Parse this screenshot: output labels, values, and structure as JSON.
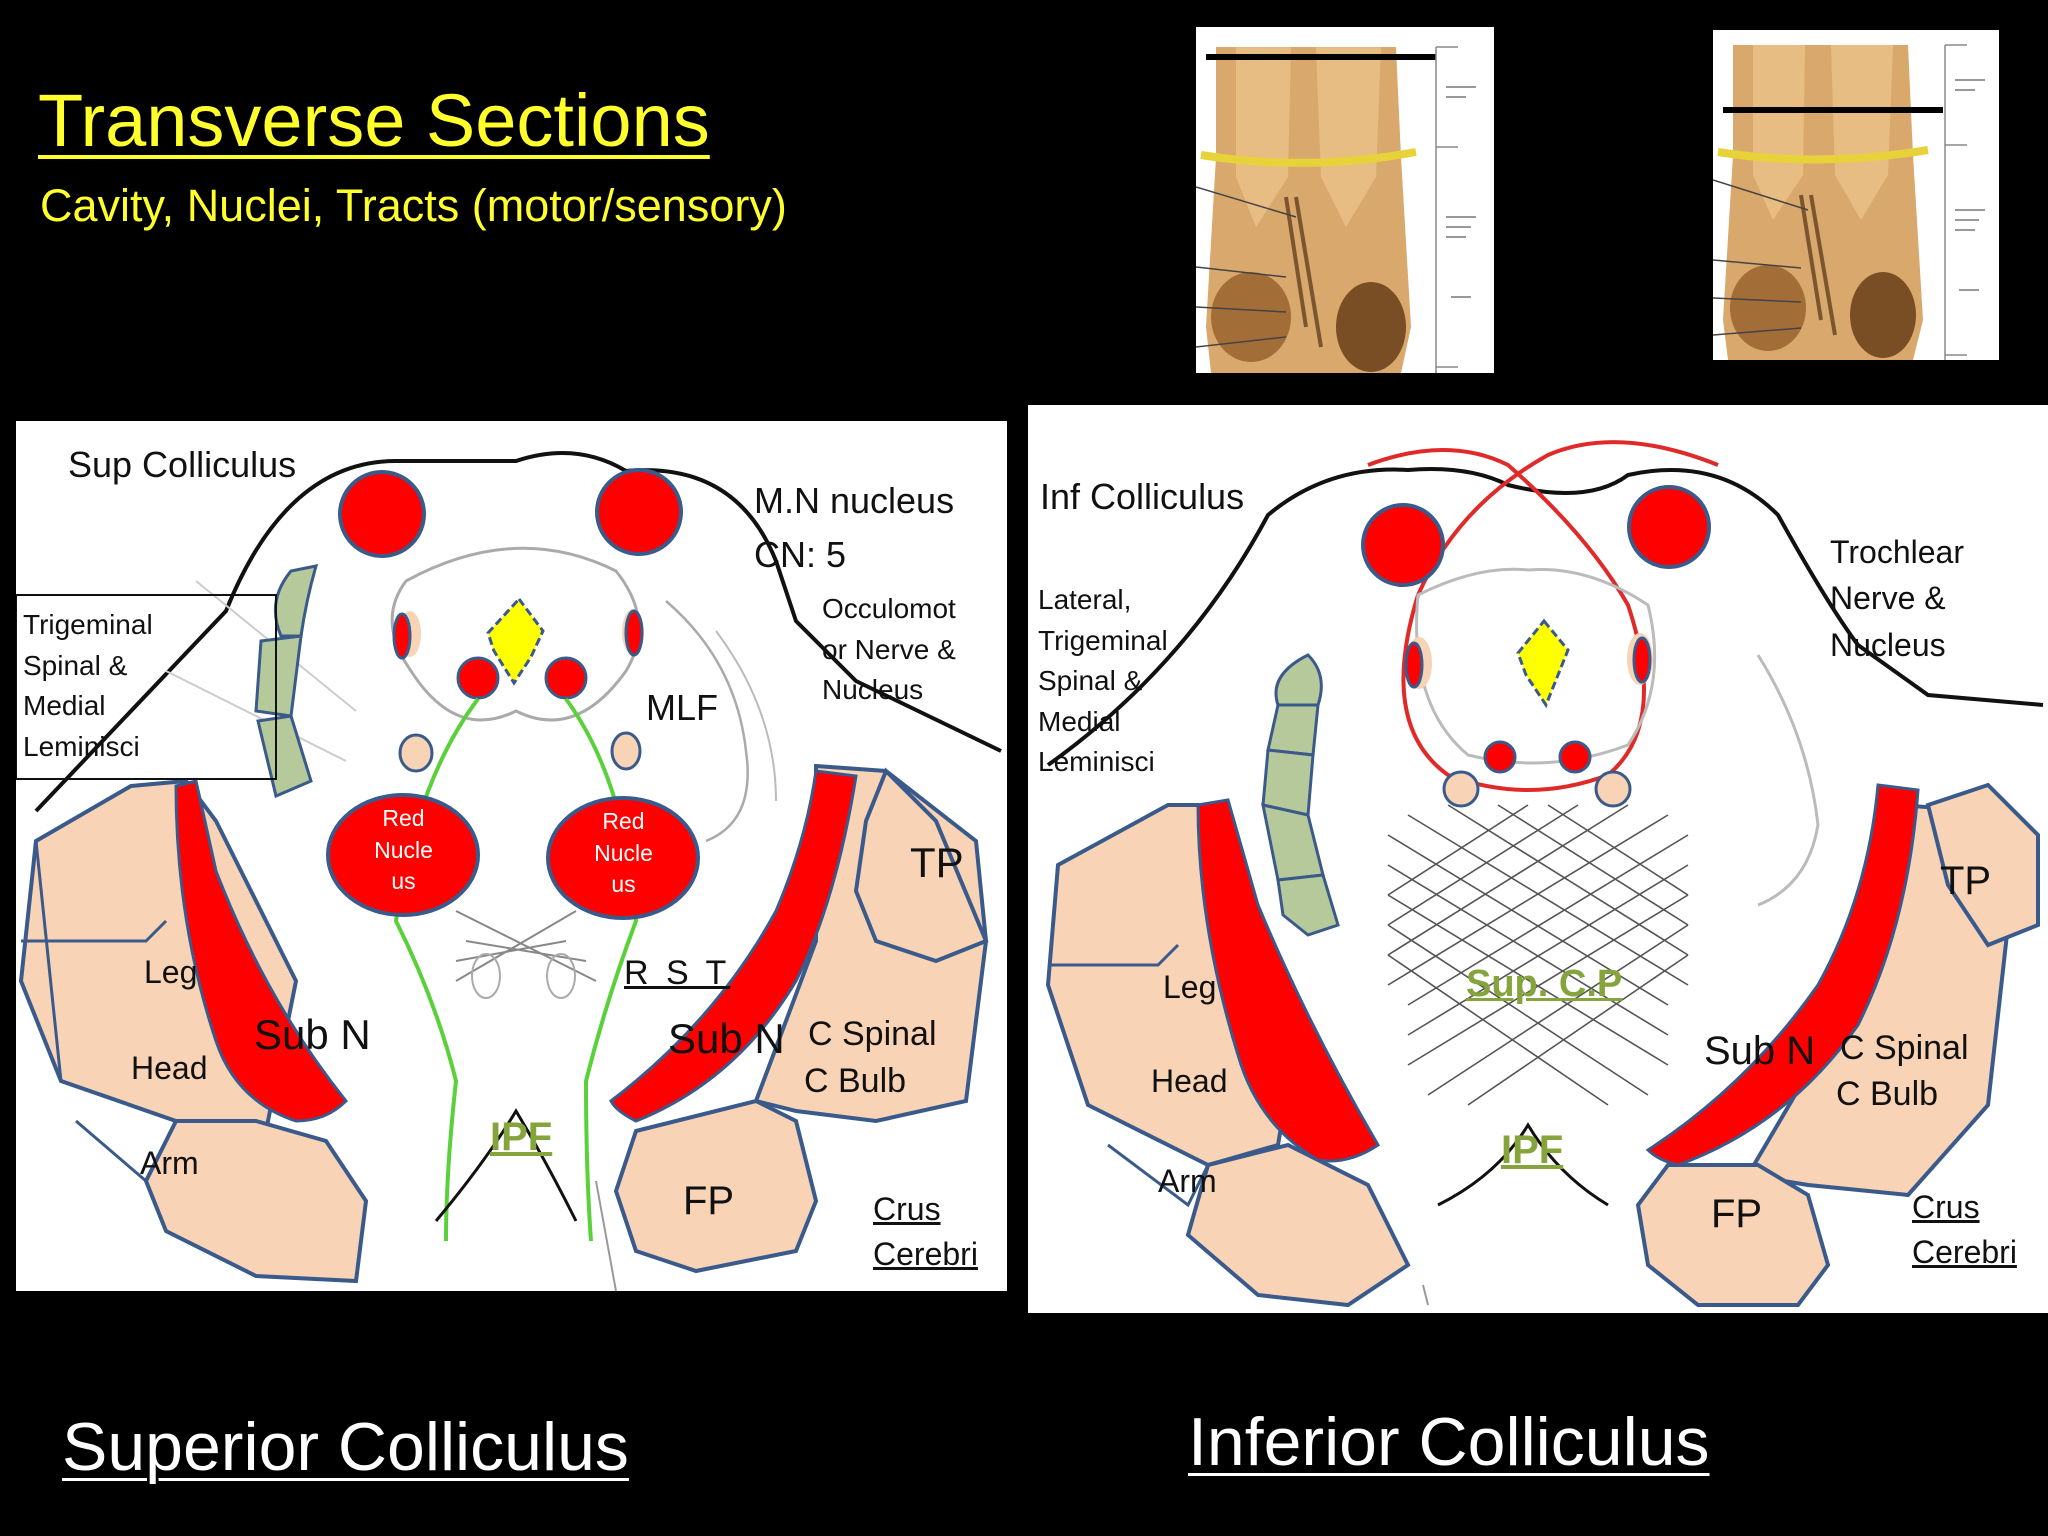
{
  "title": "Transverse Sections",
  "subtitle": "Cavity, Nuclei, Tracts (motor/sensory)",
  "captions": {
    "left": "Superior Colliculus",
    "right": "Inferior Colliculus"
  },
  "colors": {
    "title": "#ffff2b",
    "red": "#ff0000",
    "peach": "#f8d3b5",
    "green_fill": "#b5c99a",
    "tract_green": "#5ad13a",
    "outline_blue": "#3a5a8c",
    "label_green": "#86a43c"
  },
  "left_panel": {
    "sup_colliculus": "Sup Colliculus",
    "mn_nucleus": "M.N nucleus",
    "cn5": "CN: 5",
    "trigeminal": [
      "Trigeminal",
      "Spinal &",
      "Medial",
      "Leminisci"
    ],
    "oculomotor": [
      "Occulomot",
      "or Nerve &",
      "Nucleus"
    ],
    "mlf": "MLF",
    "red_nucleus": [
      "Red",
      "Nucle",
      "us"
    ],
    "tp": "TP",
    "rst": "R S T",
    "leg": "Leg",
    "head": "Head",
    "arm": "Arm",
    "sub_n": "Sub N",
    "c_spinal": "C Spinal",
    "c_bulb": "C Bulb",
    "ipf": "IPF",
    "fp": "FP",
    "crus": [
      "Crus",
      "Cerebri"
    ]
  },
  "right_panel": {
    "inf_colliculus": "Inf Colliculus",
    "lateral": [
      "Lateral,",
      "Trigeminal",
      "Spinal &",
      "Medial",
      "Leminisci"
    ],
    "trochlear": [
      "Trochlear",
      "Nerve &",
      "Nucleus"
    ],
    "tp": "TP",
    "sup_cp": "Sup. C.P",
    "leg": "Leg",
    "head": "Head",
    "arm": "Arm",
    "sub_n": "Sub N",
    "c_spinal": "C Spinal",
    "c_bulb": "C Bulb",
    "ipf": "IPF",
    "fp": "FP",
    "crus": [
      "Crus",
      "Cerebri"
    ]
  }
}
